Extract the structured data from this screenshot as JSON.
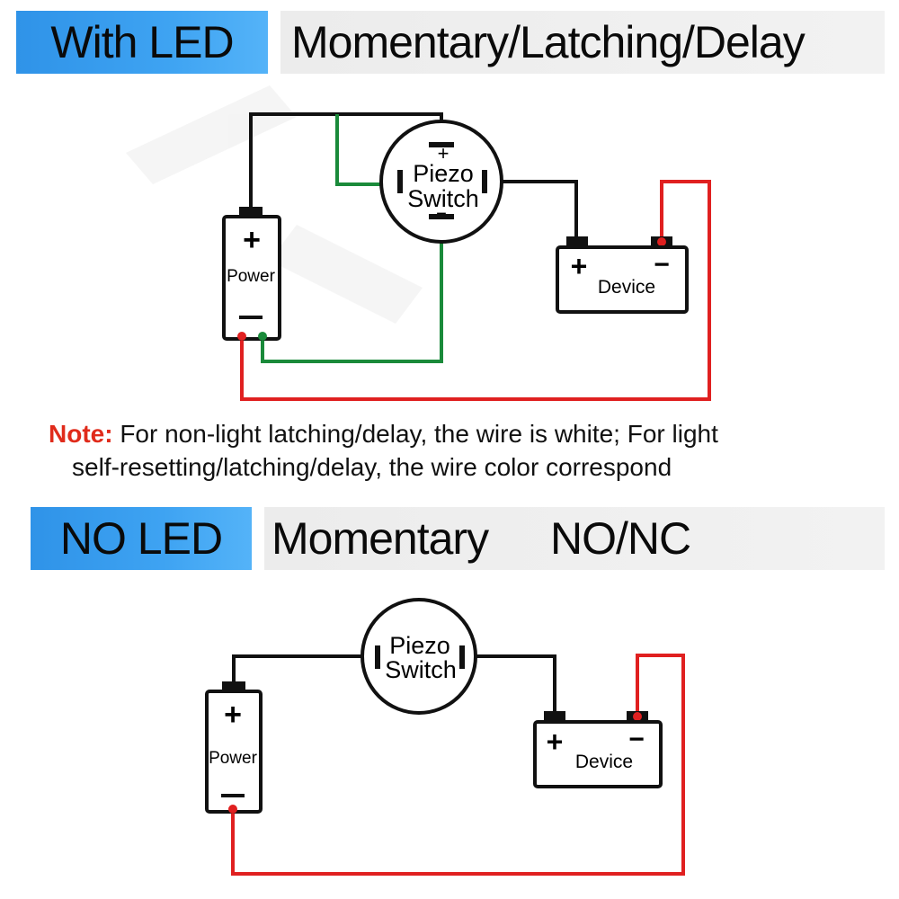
{
  "headers": {
    "with_led": "With LED",
    "with_led_modes": "Momentary/Latching/Delay",
    "no_led": "NO LED",
    "no_led_mode": "Momentary",
    "no_led_contacts": "NO/NC"
  },
  "note": {
    "label": "Note:",
    "line1": "For non-light latching/delay, the wire is white; For light",
    "line2": "self-resetting/latching/delay, the wire color correspond"
  },
  "circuit_top": {
    "switch_line1": "Piezo",
    "switch_line2": "Switch",
    "switch_plus": "+",
    "switch_minus": "−",
    "power_label": "Power",
    "power_plus": "+",
    "power_minus": "−",
    "device_label": "Device",
    "device_plus": "+",
    "device_minus": "−"
  },
  "circuit_bottom": {
    "switch_line1": "Piezo",
    "switch_line2": "Switch",
    "power_label": "Power",
    "power_plus": "+",
    "power_minus": "−",
    "device_label": "Device",
    "device_plus": "+",
    "device_minus": "−"
  },
  "colors": {
    "wire_black": "#111111",
    "wire_green": "#1a8a3a",
    "wire_red": "#e02020",
    "header_blue": "#3a9ff0",
    "note_red": "#e02b1b"
  }
}
